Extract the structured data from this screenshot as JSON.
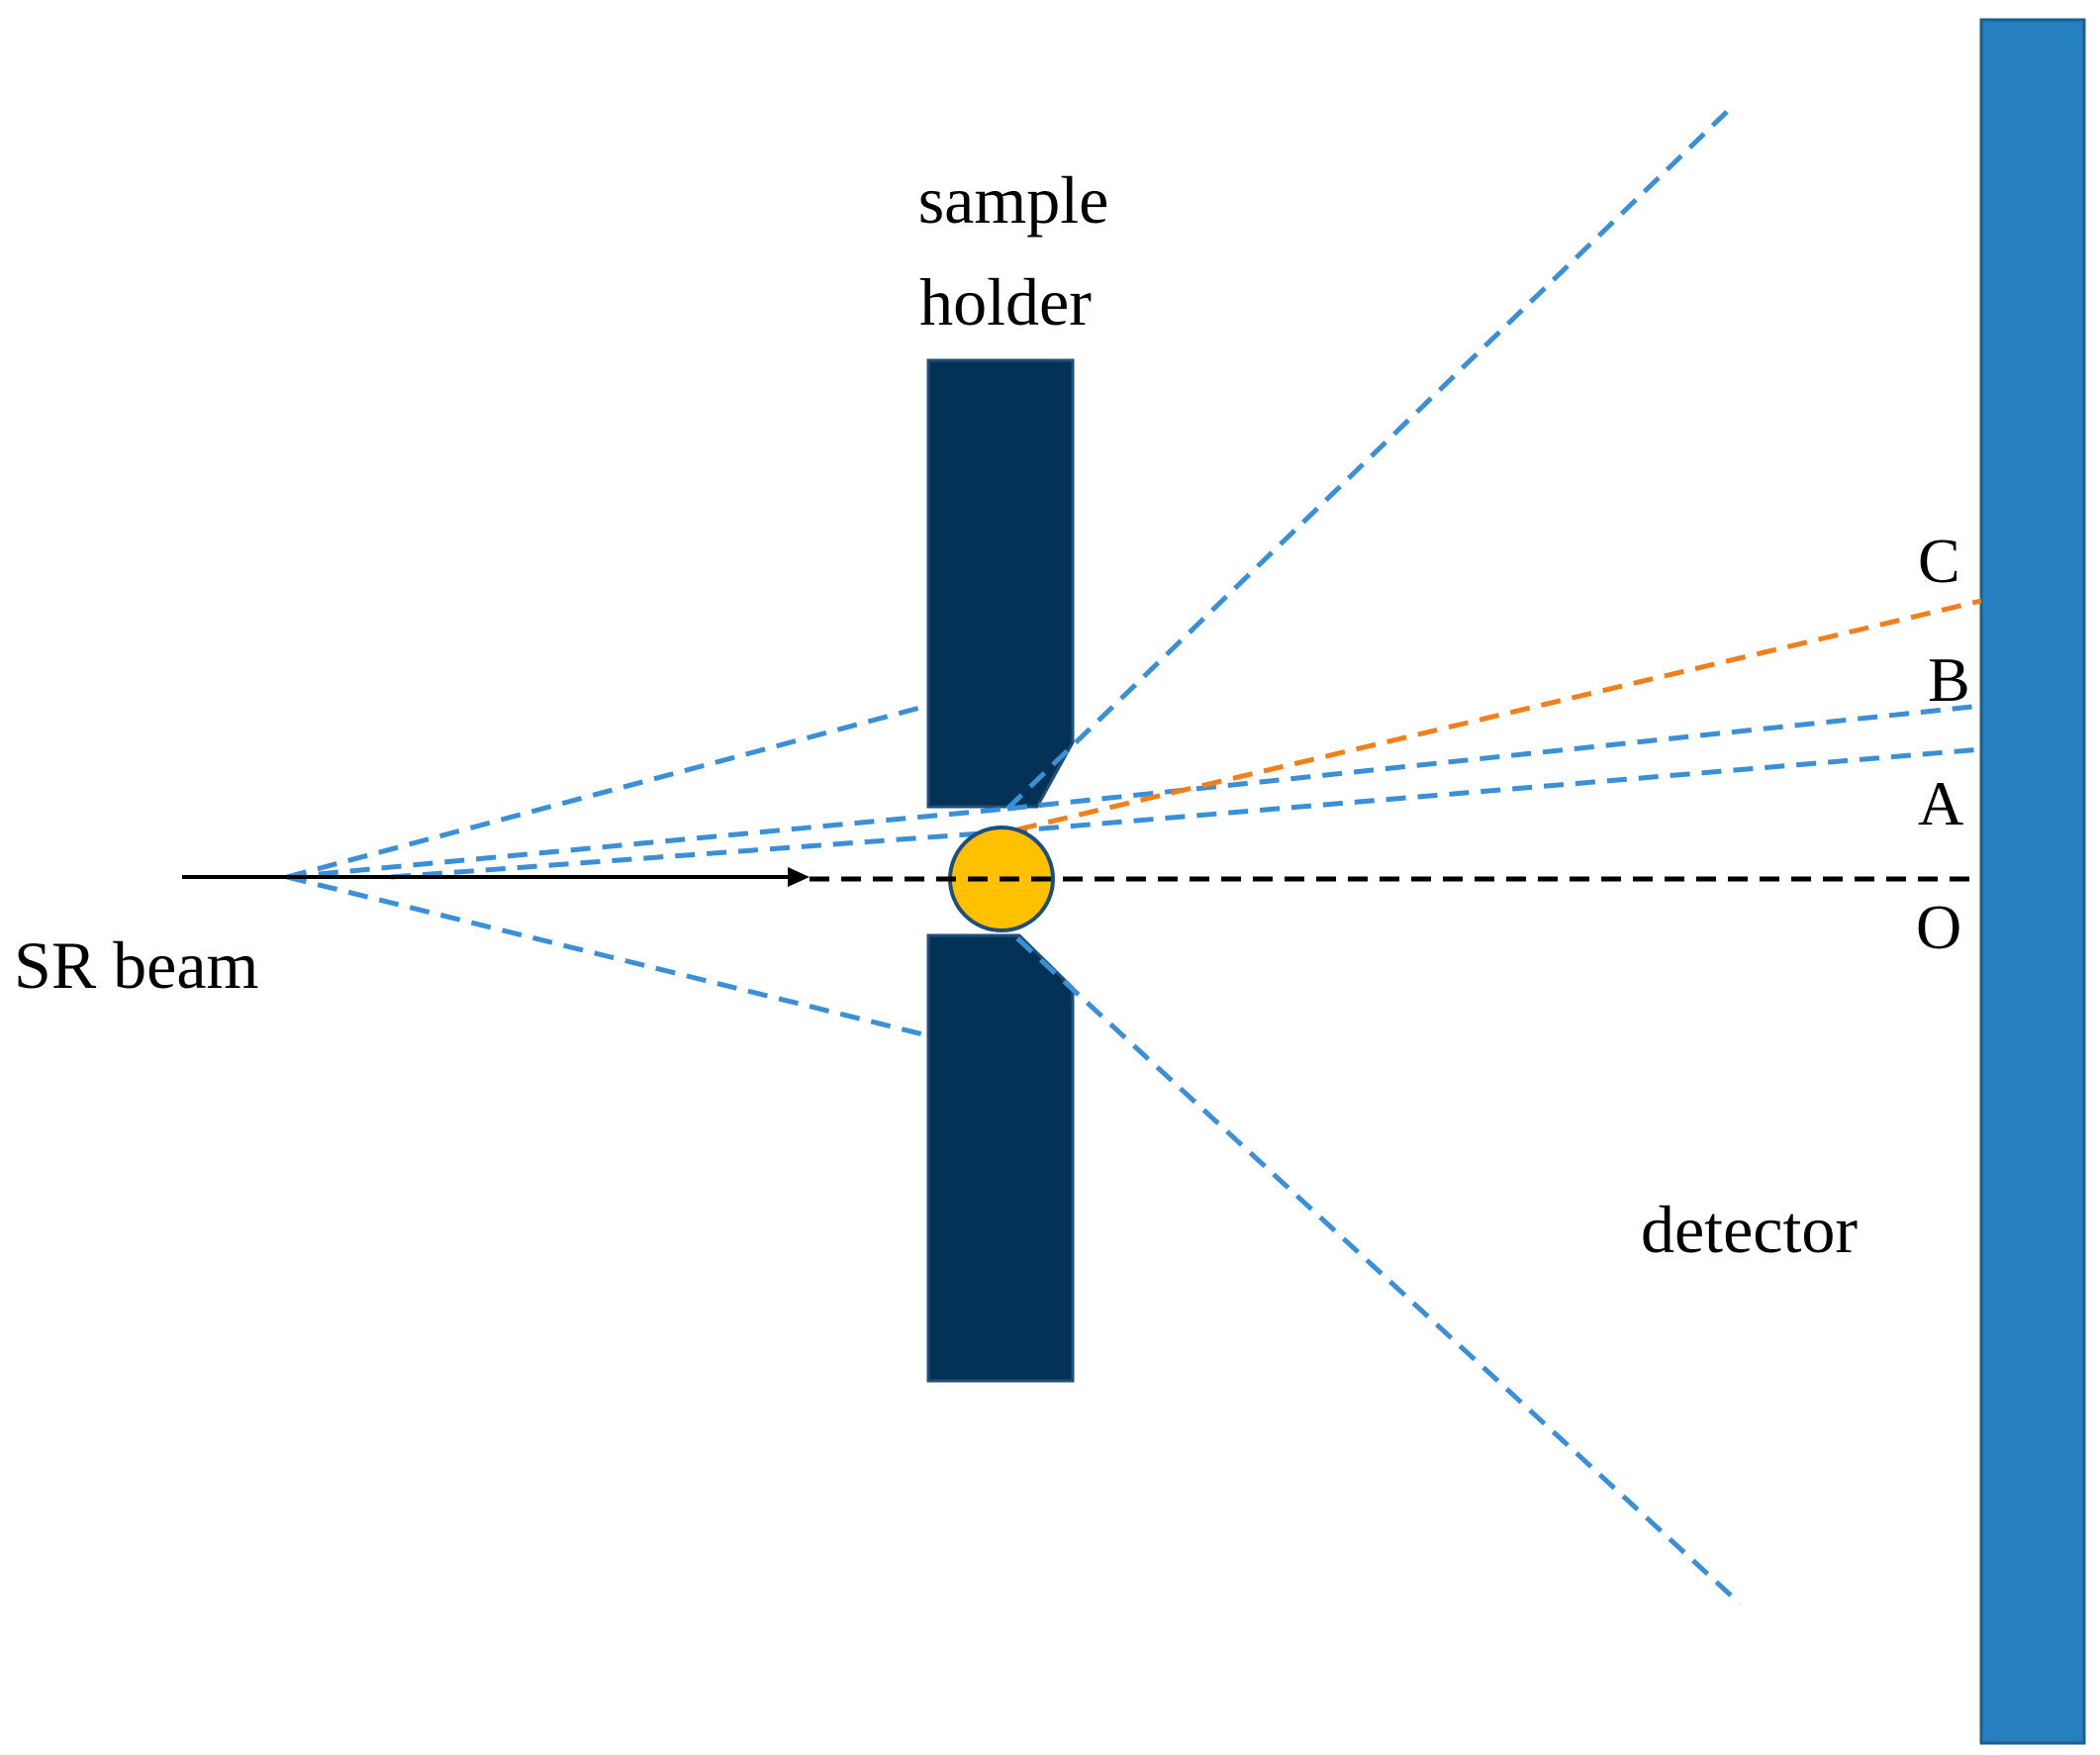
{
  "labels": {
    "sample_holder_line1": "sample",
    "sample_holder_line2": "holder",
    "sr_beam": "SR beam",
    "detector": "detector",
    "point_c": "C",
    "point_b": "B",
    "point_a": "A",
    "point_o": "O"
  },
  "colors": {
    "holder": "#033256",
    "detector": "#2680BF",
    "sample": "#FFC000",
    "sample_outline": "#1F4E79",
    "scatter_blue": "#3A8FD6",
    "scatter_orange": "#F07F1C",
    "beam": "#000000"
  }
}
